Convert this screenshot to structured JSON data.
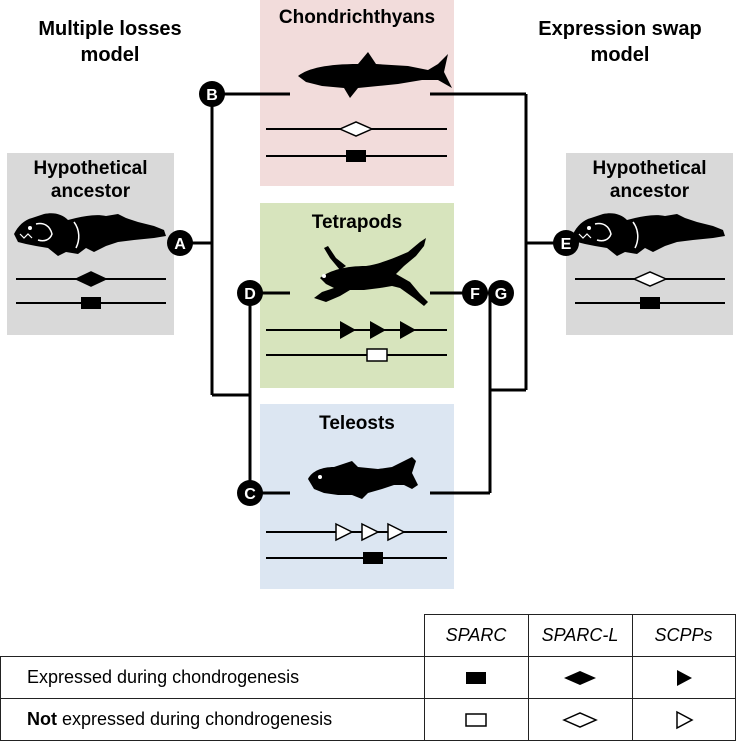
{
  "titles": {
    "left": [
      "Multiple losses",
      "model"
    ],
    "right": [
      "Expression swap",
      "model"
    ]
  },
  "panels": {
    "ancestor_left": {
      "label": [
        "Hypothetical",
        "ancestor"
      ],
      "bg": "#d9d9d9",
      "sparc_l": "expressed",
      "sparc": "expressed"
    },
    "chondrichthyans": {
      "label": "Chondrichthyans",
      "bg": "#f2dcdb",
      "sparc_l": "not_expressed",
      "sparc": "expressed"
    },
    "tetrapods": {
      "label": "Tetrapods",
      "bg": "#d7e4bd",
      "scpps": "expressed",
      "sparc": "not_expressed"
    },
    "teleosts": {
      "label": "Teleosts",
      "bg": "#dce6f2",
      "scpps": "not_expressed",
      "sparc": "expressed"
    },
    "ancestor_right": {
      "label": [
        "Hypothetical",
        "ancestor"
      ],
      "bg": "#d9d9d9",
      "sparc_l": "not_expressed",
      "sparc": "expressed"
    }
  },
  "nodes": [
    "A",
    "B",
    "C",
    "D",
    "E",
    "F",
    "G"
  ],
  "legend": {
    "headers": [
      "SPARC",
      "SPARC-L",
      "SCPPs"
    ],
    "rows": [
      {
        "label_bold": "",
        "label": "Expressed during chondrogenesis",
        "state": "filled"
      },
      {
        "label_bold": "Not",
        "label": " expressed during chondrogenesis",
        "state": "open"
      }
    ]
  },
  "colors": {
    "symbol": "#000000",
    "node": "#000000",
    "line": "#000000"
  }
}
